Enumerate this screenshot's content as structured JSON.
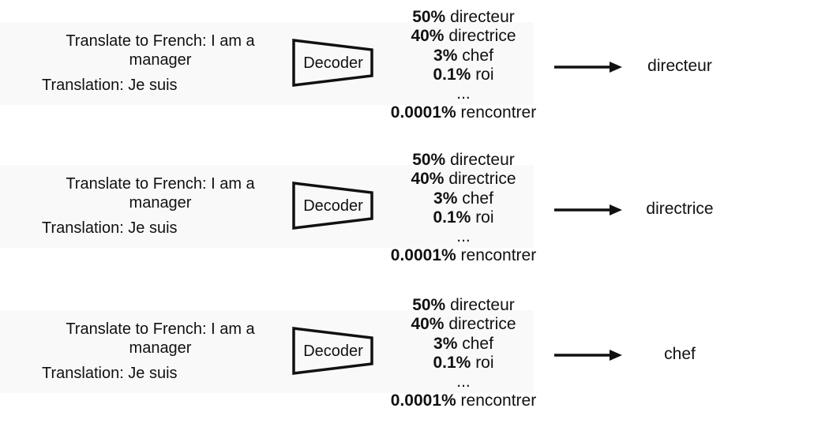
{
  "decoder_label": "Decoder",
  "rows": [
    {
      "prompt": {
        "line1": "Translate to French: I am a",
        "line2": "manager",
        "line3": "Translation: Je suis"
      },
      "probs": [
        {
          "pct": "50%",
          "word": "directeur"
        },
        {
          "pct": "40%",
          "word": "directrice"
        },
        {
          "pct": "3%",
          "word": "chef"
        },
        {
          "pct": "0.1%",
          "word": "roi"
        },
        {
          "pct": "",
          "word": "..."
        },
        {
          "pct": "0.0001%",
          "word": "rencontrer"
        }
      ],
      "output": "directeur"
    },
    {
      "prompt": {
        "line1": "Translate to French: I am a",
        "line2": "manager",
        "line3": "Translation: Je suis"
      },
      "probs": [
        {
          "pct": "50%",
          "word": "directeur"
        },
        {
          "pct": "40%",
          "word": "directrice"
        },
        {
          "pct": "3%",
          "word": "chef"
        },
        {
          "pct": "0.1%",
          "word": "roi"
        },
        {
          "pct": "",
          "word": "..."
        },
        {
          "pct": "0.0001%",
          "word": "rencontrer"
        }
      ],
      "output": "directrice"
    },
    {
      "prompt": {
        "line1": "Translate to French: I am a",
        "line2": "manager",
        "line3": "Translation: Je suis"
      },
      "probs": [
        {
          "pct": "50%",
          "word": "directeur"
        },
        {
          "pct": "40%",
          "word": "directrice"
        },
        {
          "pct": "3%",
          "word": "chef"
        },
        {
          "pct": "0.1%",
          "word": "roi"
        },
        {
          "pct": "",
          "word": "..."
        },
        {
          "pct": "0.0001%",
          "word": "rencontrer"
        }
      ],
      "output": "chef"
    }
  ]
}
